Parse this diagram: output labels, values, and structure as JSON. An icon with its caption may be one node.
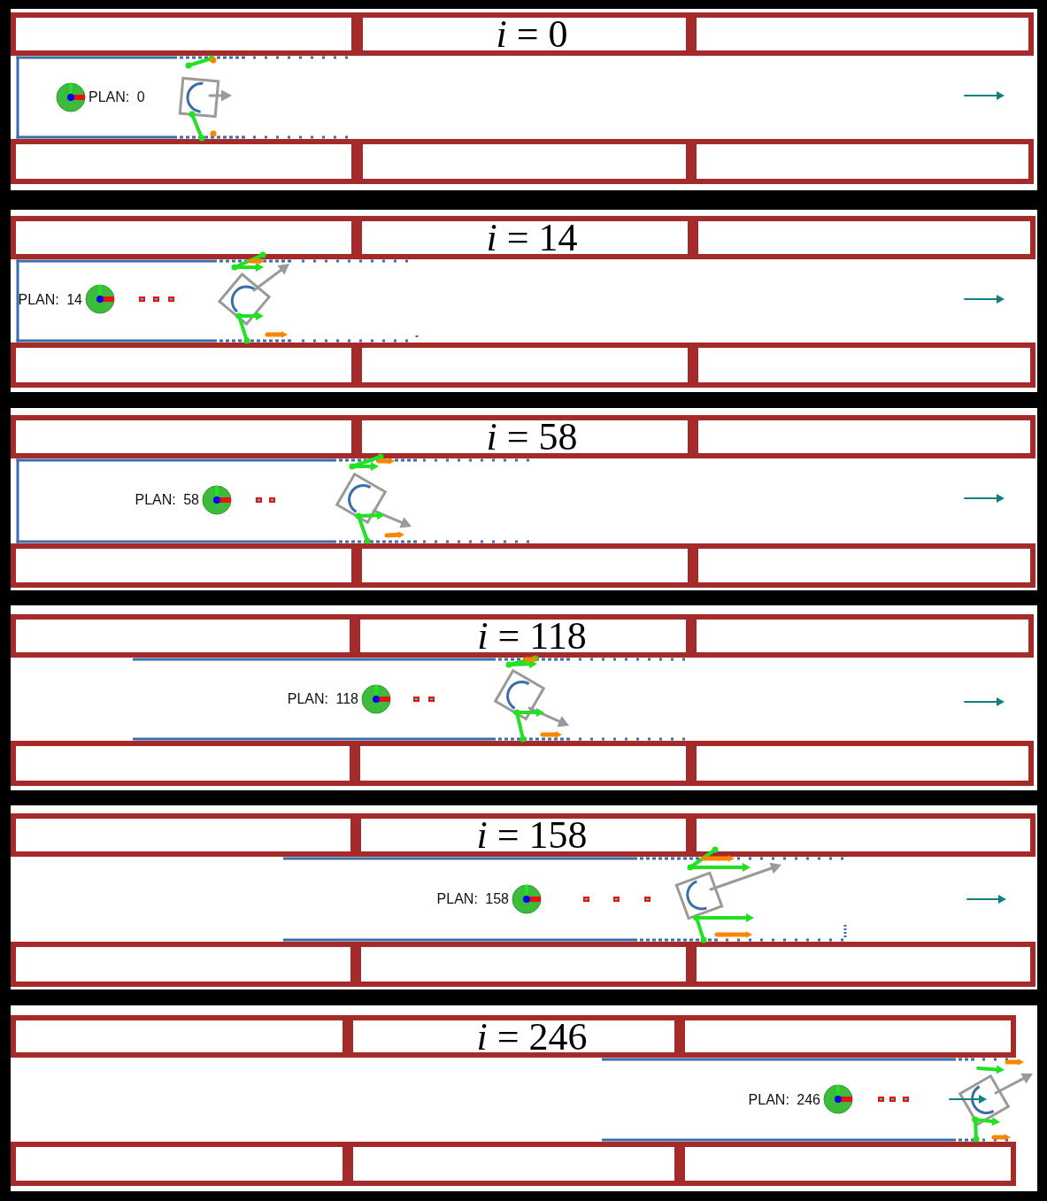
{
  "diagram": {
    "labels": [
      "*i* = 0",
      "PLAN: 0",
      "*i* = 14",
      "PLAN: 14",
      "*i* = 58",
      "PLAN: 58",
      "*i* = 118",
      "PLAN: 118",
      "*i* = 158",
      "PLAN: 158",
      "*i* = 246",
      "PLAN: 246"
    ]
  }
}
